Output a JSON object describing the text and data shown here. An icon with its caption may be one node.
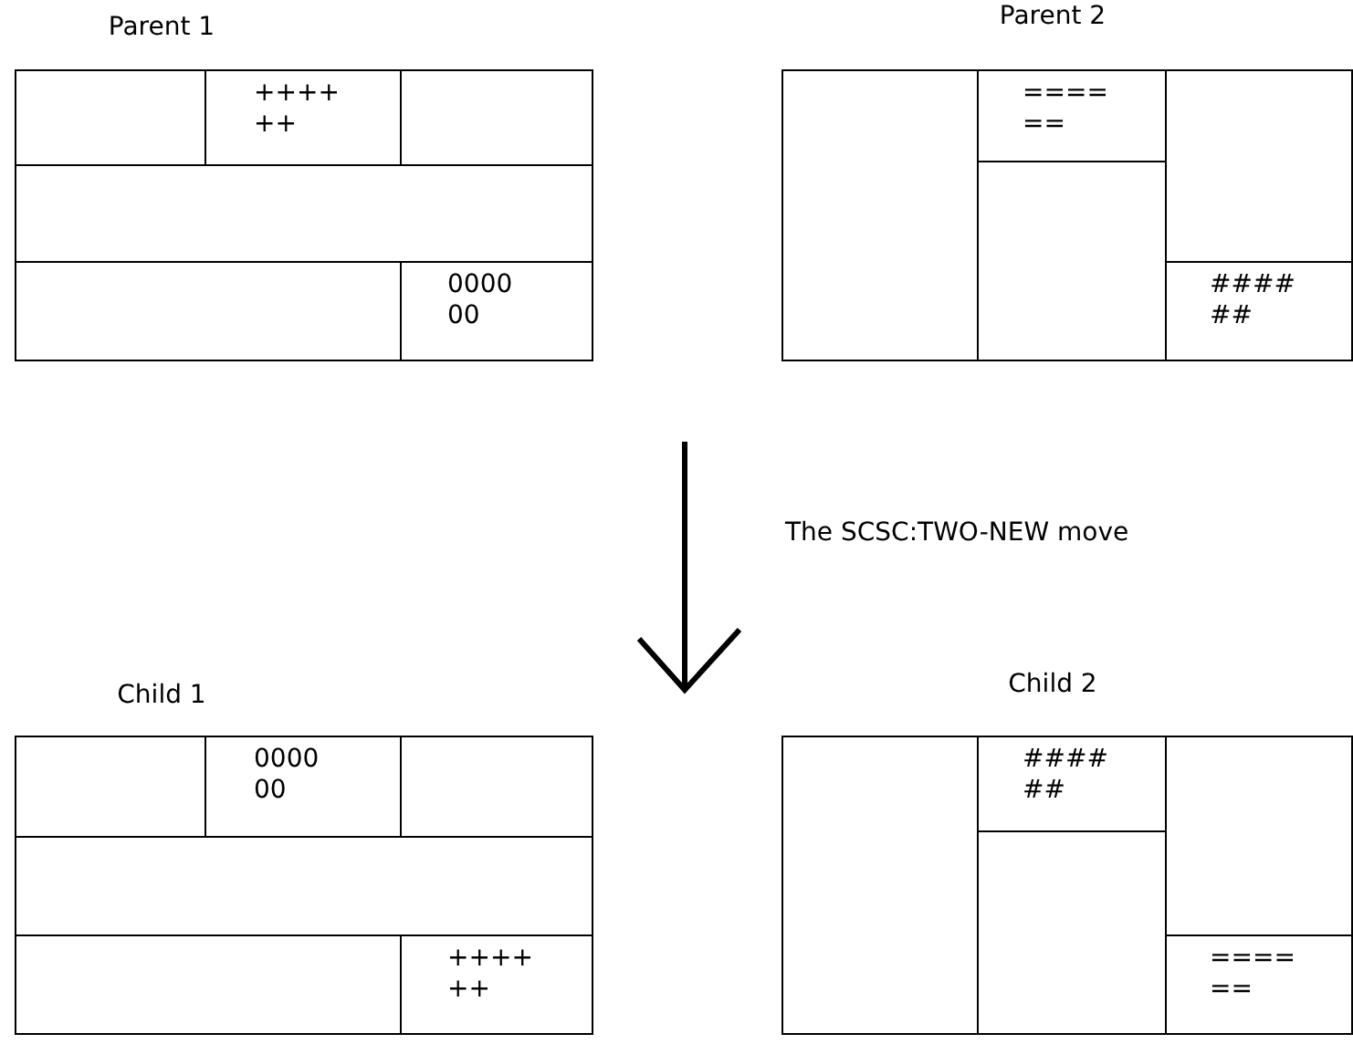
{
  "diagram": {
    "nodes": [
      {
        "text": [
          "Parent 1"
        ]
      },
      {
        "text": [
          "++++ ++"
        ],
        "in": 0
      },
      {
        "text": [
          "0000 00"
        ],
        "in": 0
      },
      {
        "text": [
          "Parent 2"
        ]
      },
      {
        "text": [
          "==== =="
        ],
        "in": 3
      },
      {
        "text": [
          "#### ##"
        ],
        "in": 3
      },
      {
        "text": [
          "Child 1"
        ]
      },
      {
        "text": [
          "0000 00"
        ],
        "in": 6
      },
      {
        "text": [
          "++++ ++"
        ],
        "in": 6
      },
      {
        "text": [
          "Child 2"
        ]
      },
      {
        "text": [
          "#### ##"
        ],
        "in": 9
      },
      {
        "text": [
          "==== =="
        ],
        "in": 9
      }
    ],
    "edges": [],
    "labels": [
      "The SCSC:TWO-NEW move"
    ]
  }
}
